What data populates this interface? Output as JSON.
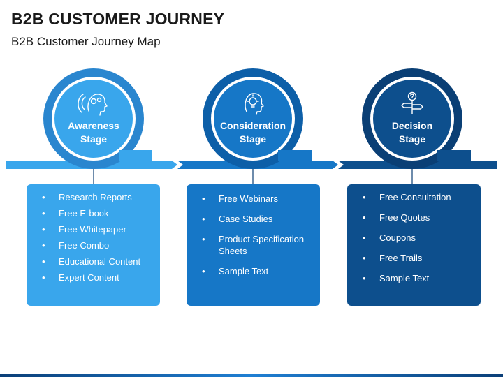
{
  "title": "B2B CUSTOMER JOURNEY",
  "subtitle": "B2B Customer Journey Map",
  "colors": {
    "stage1_dark": "#2a86cf",
    "stage1_light": "#39a6ec",
    "stage2_dark": "#0d5fa8",
    "stage2_light": "#1677c7",
    "stage3_dark": "#0a3f75",
    "stage3_light": "#0d4f8d"
  },
  "stages": [
    {
      "icon": "head-gears-icon",
      "label_line1": "Awareness",
      "label_line2": "Stage",
      "items": [
        "Research Reports",
        "Free E-book",
        "Free Whitepaper",
        "Free Combo",
        "Educational Content",
        "Expert Content"
      ]
    },
    {
      "icon": "lightbulb-head-icon",
      "label_line1": "Consideration",
      "label_line2": "Stage",
      "items": [
        "Free Webinars",
        "Case Studies",
        "Product Specification Sheets",
        "Sample Text"
      ]
    },
    {
      "icon": "direction-signpost-icon",
      "label_line1": "Decision",
      "label_line2": "Stage",
      "items": [
        "Free Consultation",
        "Free Quotes",
        "Coupons",
        "Free Trails",
        "Sample Text"
      ]
    }
  ]
}
